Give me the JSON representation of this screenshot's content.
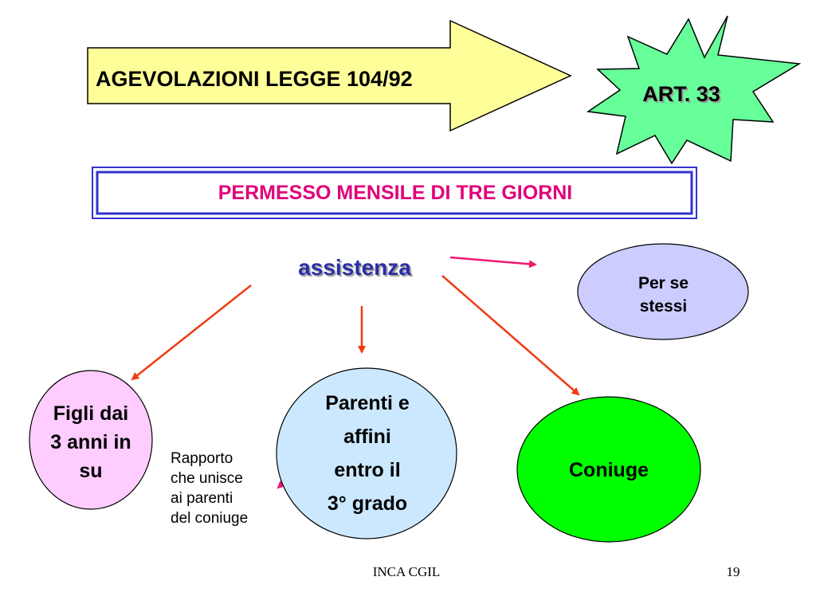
{
  "banner": {
    "label": "AGEVOLAZIONI LEGGE 104/92"
  },
  "badge": {
    "label": "ART. 33"
  },
  "headline": {
    "label": "PERMESSO MENSILE DI TRE GIORNI"
  },
  "center": {
    "label": "assistenza"
  },
  "nodes": {
    "per_se_stessi": {
      "lines": [
        "Per se",
        "stessi"
      ]
    },
    "figli": {
      "lines": [
        "Figli dai",
        "3 anni in",
        "su"
      ]
    },
    "parenti": {
      "lines": [
        "Parenti e",
        "affini",
        "entro il",
        "3° grado"
      ]
    },
    "coniuge": {
      "label": "Coniuge"
    }
  },
  "note": {
    "lines": [
      "Rapporto",
      "che unisce",
      "ai parenti",
      "del coniuge"
    ]
  },
  "footer": {
    "org": "INCA CGIL",
    "page": "19"
  },
  "colors": {
    "banner_fill": "#ffff99",
    "star_fill": "#66ff99",
    "headline_text": "#e0007a",
    "headline_border": "#3333cc",
    "center_text": "#2b2fa3",
    "arrow_red": "#f03c14",
    "arrow_pink": "#f0186e",
    "per_se_fill": "#ccccff",
    "figli_fill": "#ffccff",
    "parenti_fill": "#cce8ff",
    "coniuge_fill": "#00ff00"
  }
}
